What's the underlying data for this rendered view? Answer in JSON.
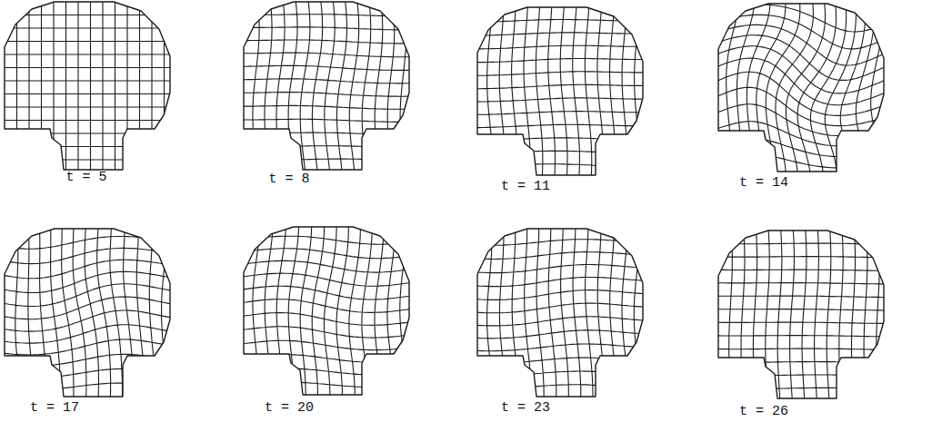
{
  "diagram": {
    "labels": [
      "t = 5",
      "t = 8",
      "t = 11",
      "t = 14",
      "t = 17",
      "t = 20",
      "t = 23",
      "t = 26"
    ]
  }
}
